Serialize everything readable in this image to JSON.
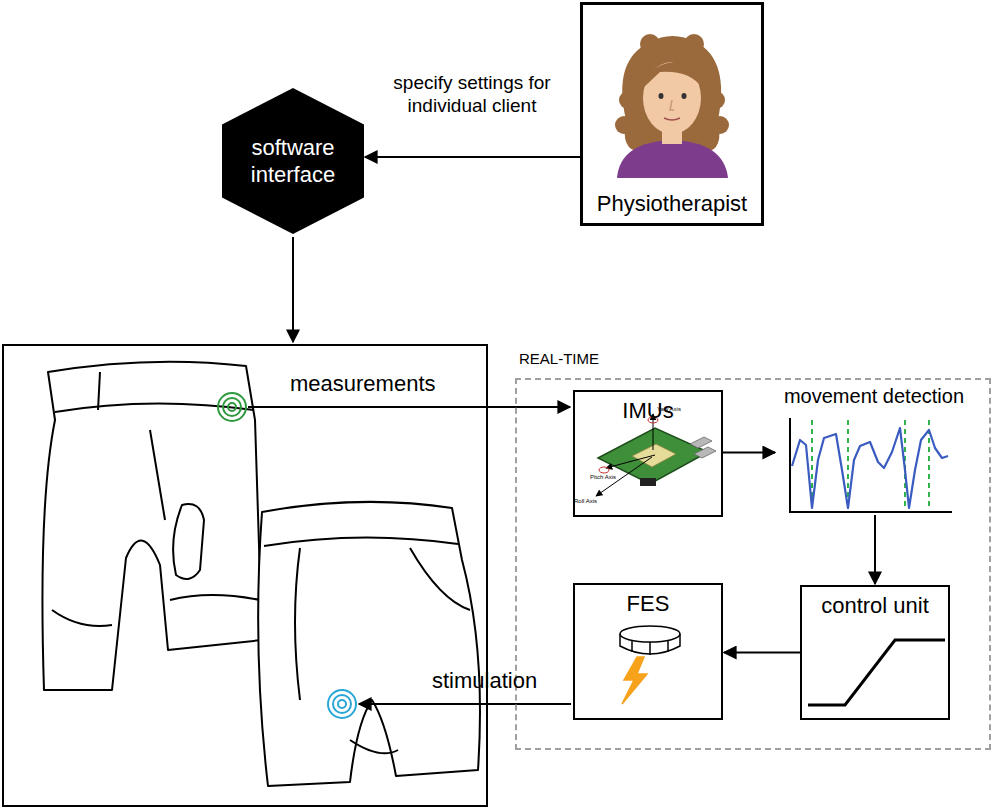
{
  "diagram": {
    "nodes": [
      {
        "text": [
          "software interface"
        ]
      },
      {
        "text": [
          "Physiotherapist"
        ]
      },
      {
        "text": [
          "REAL-TIME"
        ]
      },
      {
        "text": [
          "IMUs"
        ],
        "in": 2
      },
      {
        "text": [
          "movement detection"
        ],
        "in": 2
      },
      {
        "text": [
          "control unit"
        ],
        "in": 2
      },
      {
        "text": [
          "FES"
        ],
        "in": 2
      }
    ],
    "edges": [
      {
        "from": 1,
        "to": 0,
        "arrow": "to",
        "label": "specify settings for individual client"
      },
      {
        "from": 3,
        "to": 4,
        "arrow": "to"
      },
      {
        "from": 4,
        "to": 5,
        "arrow": "to"
      },
      {
        "from": 5,
        "to": 6,
        "arrow": "to"
      }
    ],
    "labels": [
      "measurements",
      "stimulation",
      "Yaw Axis",
      "Pitch Axis",
      "Roll Axis"
    ]
  }
}
